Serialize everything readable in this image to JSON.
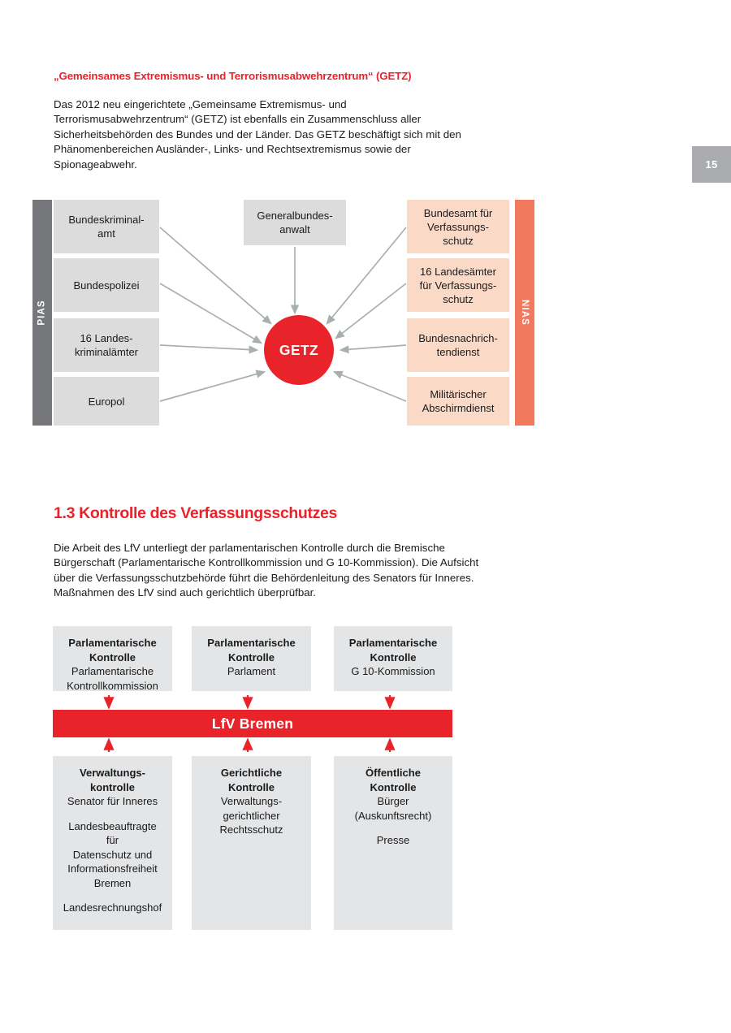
{
  "page": {
    "number": "15"
  },
  "colors": {
    "accent_red": "#e8232a",
    "pias_grey": "#76777b",
    "nias_orange": "#f0795e",
    "node_grey": "#dcdcdd",
    "node_peach": "#fbd9c7",
    "box_grey": "#e4e5e7",
    "badge_grey": "#a9abae",
    "arrow_grey": "#a8b0ae"
  },
  "getz_section": {
    "heading": "„Gemeinsames Extremismus- und Terrorismusabwehrzentrum“ (GETZ)",
    "paragraph": "Das 2012 neu eingerichtete „Gemeinsame Extremismus- und Terrorismusabwehrzentrum“ (GETZ) ist ebenfalls ein Zusammenschluss aller Sicherheitsbehörden des Bundes und der Länder. Das GETZ beschäftigt sich mit den Phänomenbereichen Ausländer-, Links- und Rechtsextremismus sowie der Spionageabwehr."
  },
  "getz_diagram": {
    "center_label": "GETZ",
    "left_group_label": "PIAS",
    "right_group_label": "NIAS",
    "left_nodes": [
      {
        "label": "Bundeskriminal-\namt"
      },
      {
        "label": "Bundespolizei"
      },
      {
        "label": "16 Landes-\nkriminalämter"
      },
      {
        "label": "Europol"
      }
    ],
    "top_node": {
      "label": "Generalbundes-\nanwalt"
    },
    "right_nodes": [
      {
        "label": "Bundesamt für\nVerfassungs-\nschutz"
      },
      {
        "label": "16 Landesämter\nfür Verfassungs-\nschutz"
      },
      {
        "label": "Bundesnachrich-\ntendienst"
      },
      {
        "label": "Militärischer\nAbschirmdienst"
      }
    ]
  },
  "control_section": {
    "heading": "1.3 Kontrolle des Verfassungsschutzes",
    "paragraph": "Die Arbeit des LfV unterliegt der parlamentarischen Kontrolle durch die Bremische Bürgerschaft (Parlamentarische Kontrollkommission und G 10-Kommission). Die Aufsicht über die Verfassungsschutzbehörde führt die Behördenleitung des Senators für Inneres. Maßnahmen des LfV sind auch gerichtlich überprüfbar."
  },
  "control_diagram": {
    "center_bar_label": "LfV Bremen",
    "top_boxes": [
      {
        "title": "Parlamentarische\nKontrolle",
        "lines": [
          "Parlamentarische\nKontrollkommission"
        ]
      },
      {
        "title": "Parlamentarische\nKontrolle",
        "lines": [
          "Parlament"
        ]
      },
      {
        "title": "Parlamentarische\nKontrolle",
        "lines": [
          "G 10-Kommission"
        ]
      }
    ],
    "bottom_boxes": [
      {
        "title": "Verwaltungs-\nkontrolle",
        "lines": [
          "Senator für Inneres",
          "Landesbeauftragte für\nDatenschutz und\nInformationsfreiheit\nBremen",
          "Landesrechnungshof"
        ]
      },
      {
        "title": "Gerichtliche\nKontrolle",
        "lines": [
          "Verwaltungs-\ngerichtlicher\nRechtsschutz"
        ]
      },
      {
        "title": "Öffentliche\nKontrolle",
        "lines": [
          "Bürger\n(Auskunftsrecht)",
          "Presse"
        ]
      }
    ]
  }
}
